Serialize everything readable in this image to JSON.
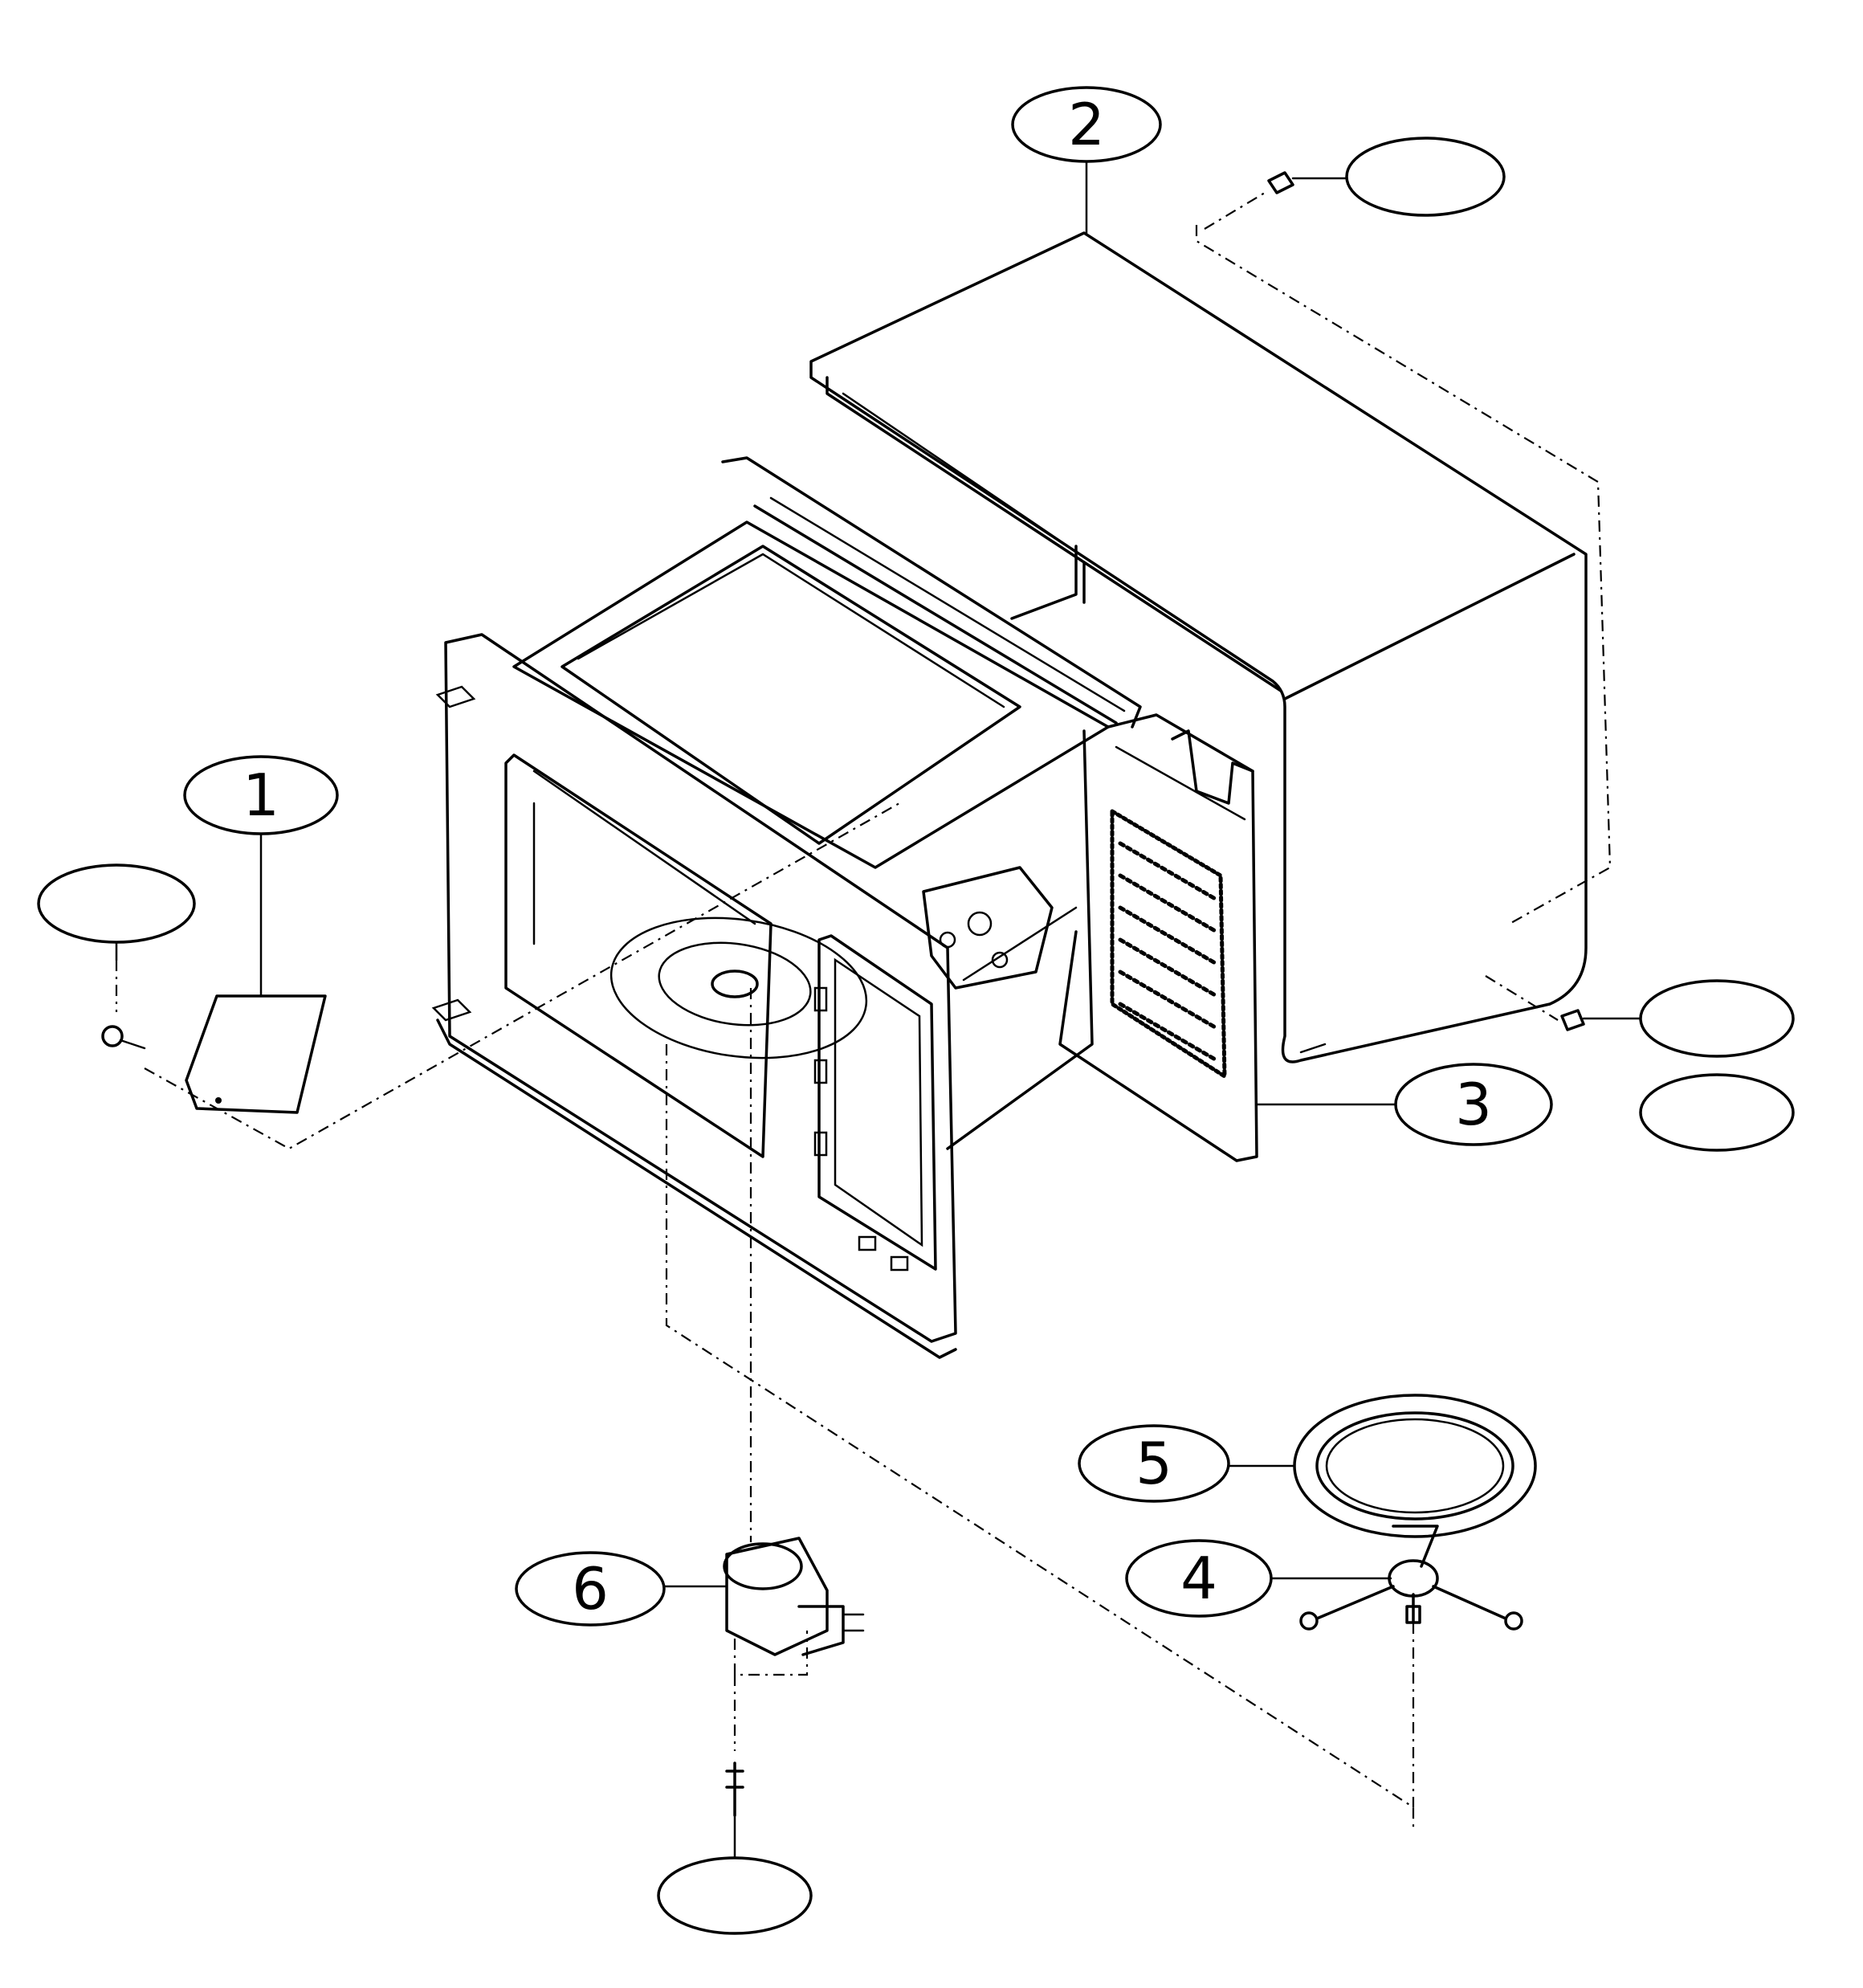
{
  "callouts": {
    "c1": "1",
    "c2": "2",
    "c3": "3",
    "c4": "4",
    "c5": "5",
    "c6": "6",
    "blank_top_right": "",
    "blank_left": "",
    "blank_right_upper": "",
    "blank_right_lower": "",
    "blank_bottom": ""
  },
  "colors": {
    "line": "#000000",
    "background": "#ffffff"
  }
}
